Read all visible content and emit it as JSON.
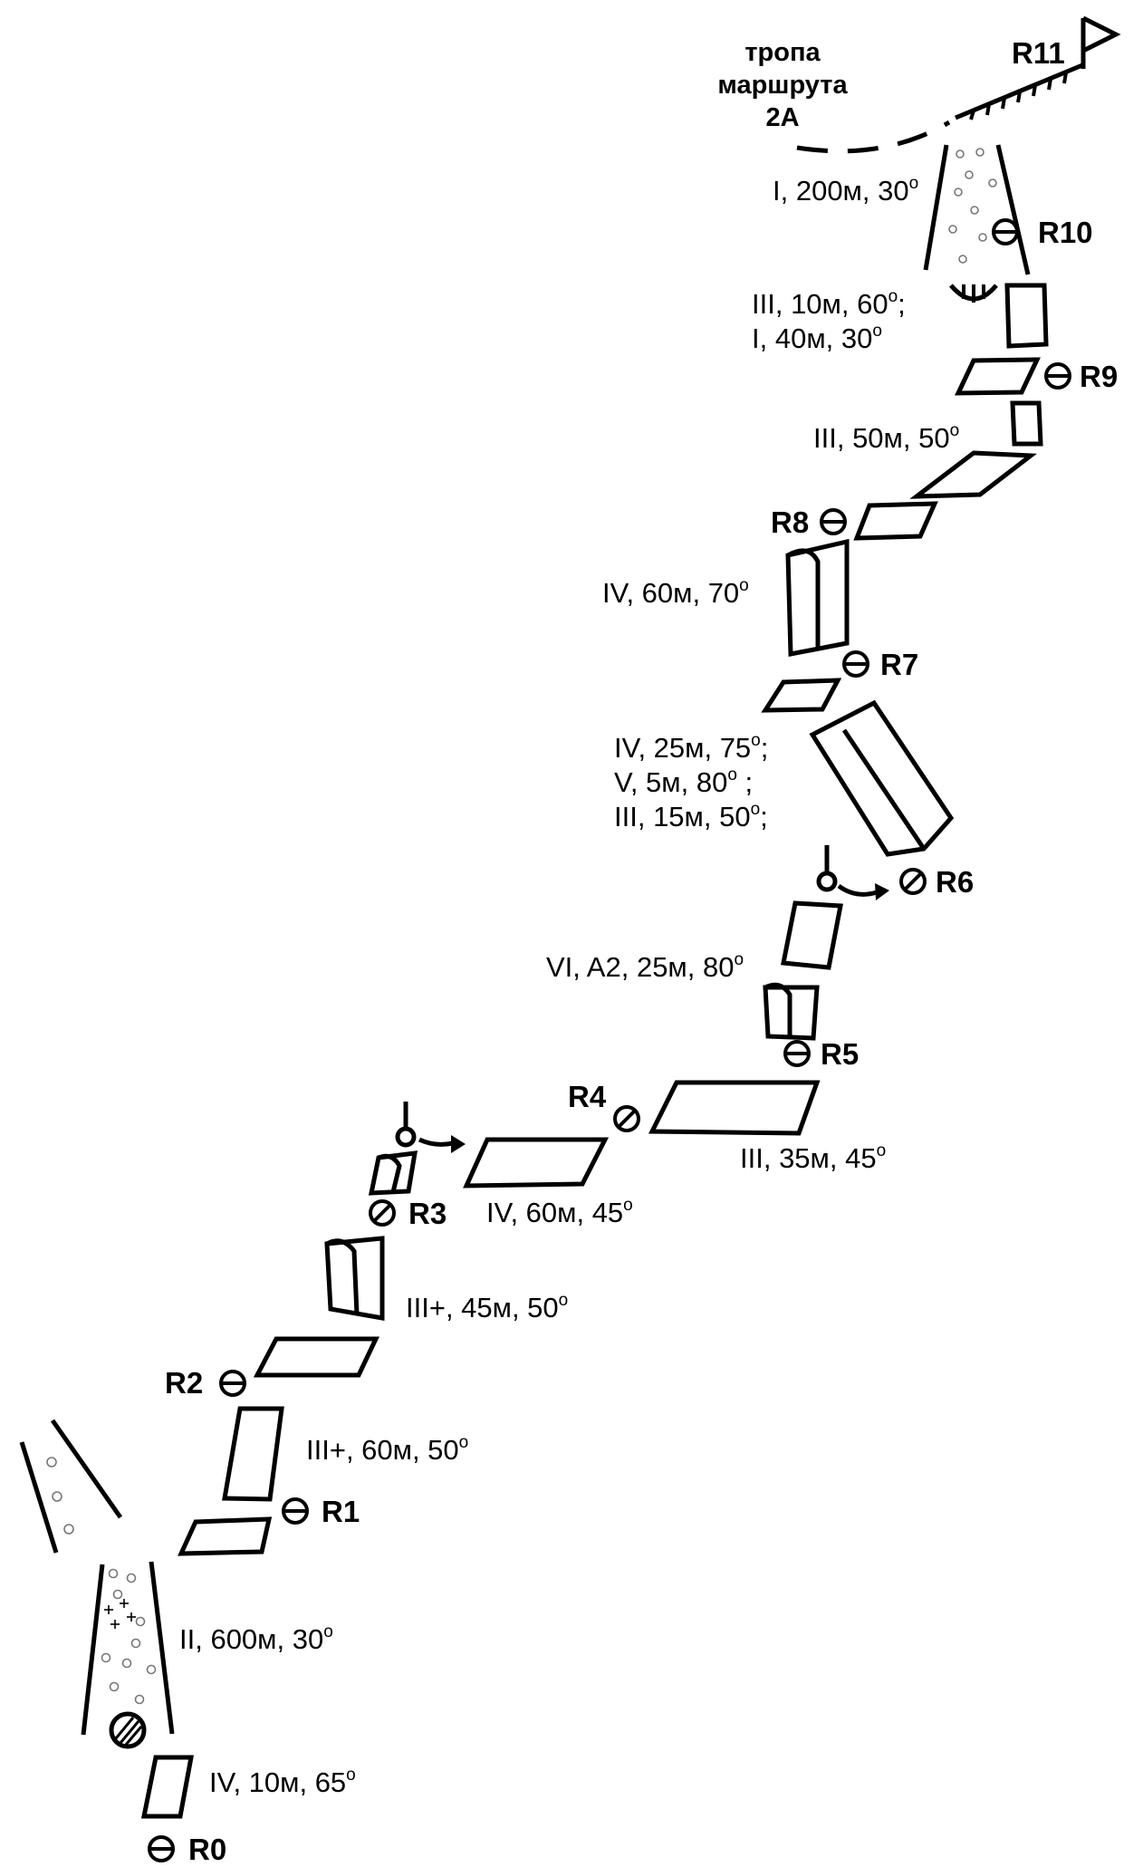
{
  "trail_label": [
    "тропа",
    "маршрута",
    "2А"
  ],
  "points": {
    "r0": "R0",
    "r1": "R1",
    "r2": "R2",
    "r3": "R3",
    "r4": "R4",
    "r5": "R5",
    "r6": "R6",
    "r7": "R7",
    "r8": "R8",
    "r9": "R9",
    "r10": "R10",
    "r11": "R11"
  },
  "degree_mark": "o",
  "sections": {
    "r0_r1_lower": "IV, 10м, 65",
    "r0_r1_upper": "II, 600м, 30",
    "r1_r2": "III+, 60м, 50",
    "r2_r3": "III+, 45м, 50",
    "r3_r4": "IV, 60м, 45",
    "r4_r5": "III, 35м, 45",
    "r5_r6": "VI, A2, 25м, 80",
    "r6_r7_1": "IV, 25м, 75",
    "r6_r7_2": "V, 5м, 80",
    "r6_r7_3": "III, 15м, 50",
    "r7_r8": "IV, 60м, 70",
    "r8_r9": "III, 50м, 50",
    "r9_r10_1": "III, 10м, 60",
    "r9_r10_2": "I, 40м, 30",
    "r10_r11": "I, 200м, 30"
  },
  "separators": {
    "semicolon": ";",
    "spaced_semicolon": " ;"
  }
}
